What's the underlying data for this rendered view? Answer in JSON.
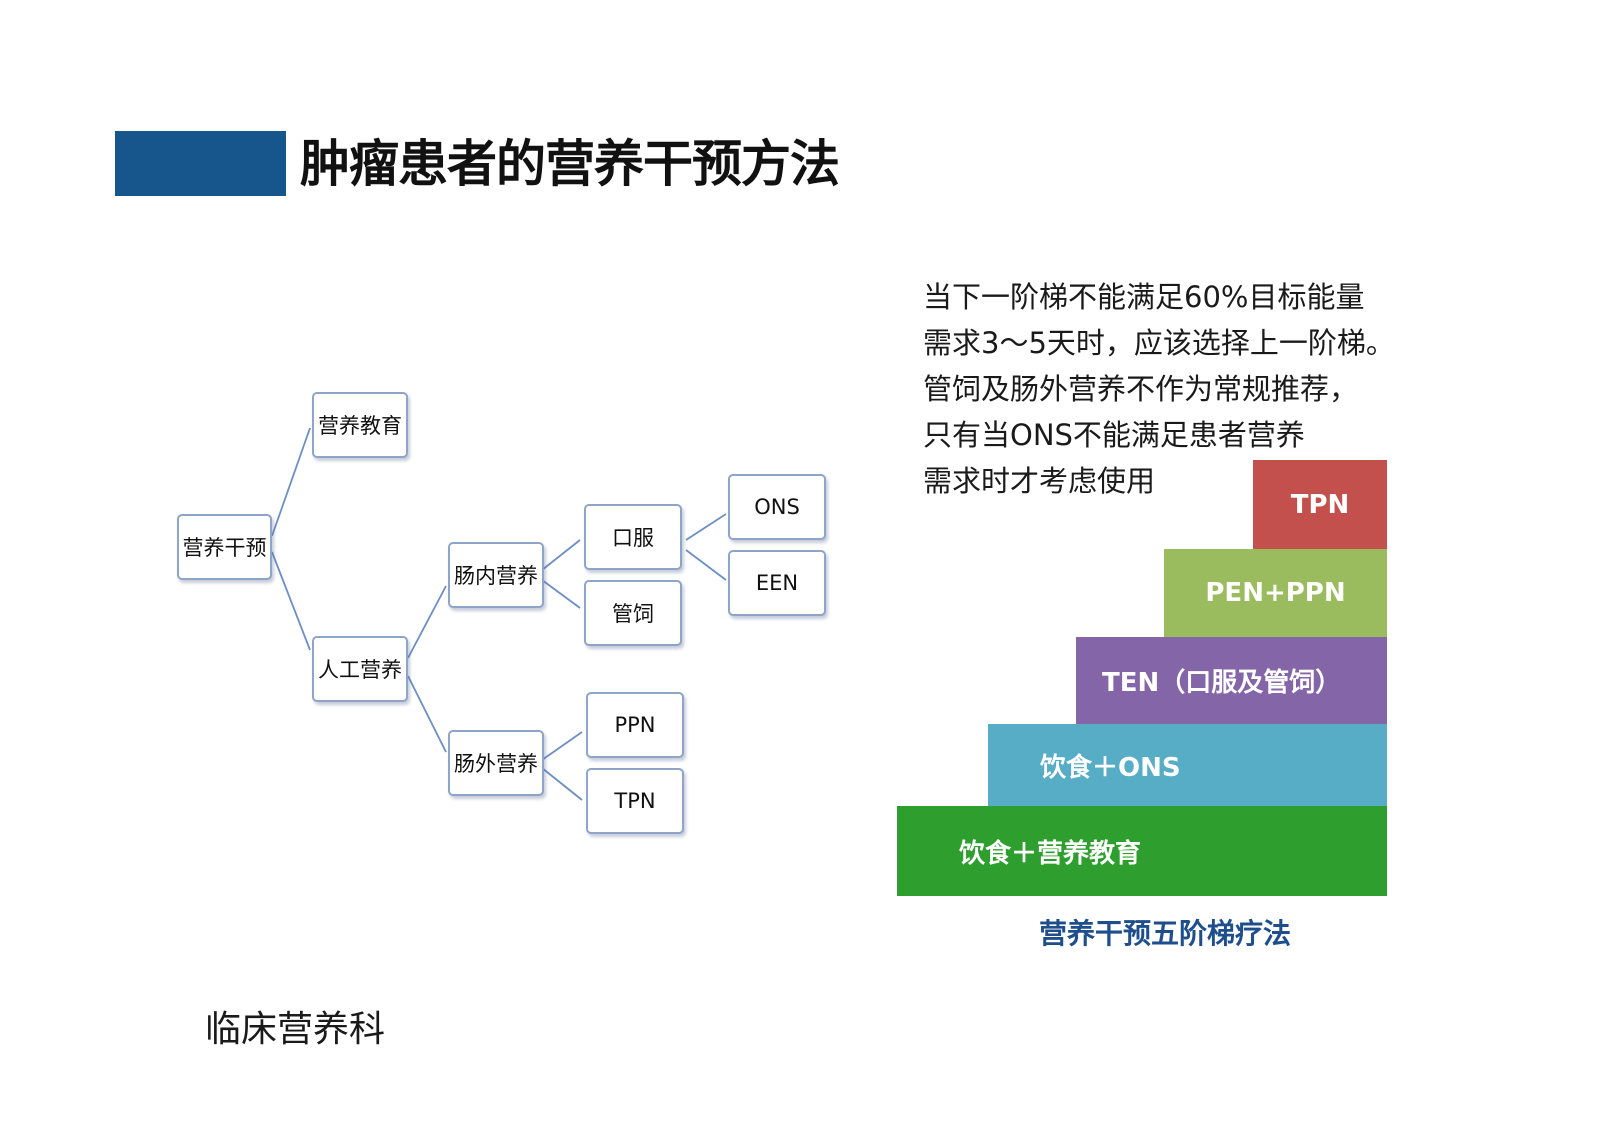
{
  "header": {
    "title": "肿瘤患者的营养干预方法",
    "accent_color": "#17568c"
  },
  "tree": {
    "line_color": "#6d8ec4",
    "nodes": {
      "root": "营养干预",
      "education": "营养教育",
      "artificial": "人工营养",
      "enteral": "肠内营养",
      "parenteral": "肠外营养",
      "oral": "口服",
      "tube": "管饲",
      "ons": "ONS",
      "een": "EEN",
      "ppn": "PPN",
      "tpn": "TPN"
    }
  },
  "description": {
    "lines": [
      "当下一阶梯不能满足60%目标能量",
      "需求3～5天时，应该选择上一阶梯。",
      "管饲及肠外营养不作为常规推荐，",
      "只有当ONS不能满足患者营养",
      "需求时才考虑使用"
    ]
  },
  "ladder": {
    "caption": "营养干预五阶梯疗法",
    "steps": [
      {
        "label": "饮食＋营养教育",
        "color": "#2e9e2e"
      },
      {
        "label": "饮食＋ONS",
        "color": "#57acc6"
      },
      {
        "label": "TEN（口服及管饲）",
        "color": "#8466a8"
      },
      {
        "label": "PEN+PPN",
        "color": "#9bbb5f"
      },
      {
        "label": "TPN",
        "color": "#c4504d"
      }
    ]
  },
  "footer": {
    "department": "临床营养科"
  }
}
